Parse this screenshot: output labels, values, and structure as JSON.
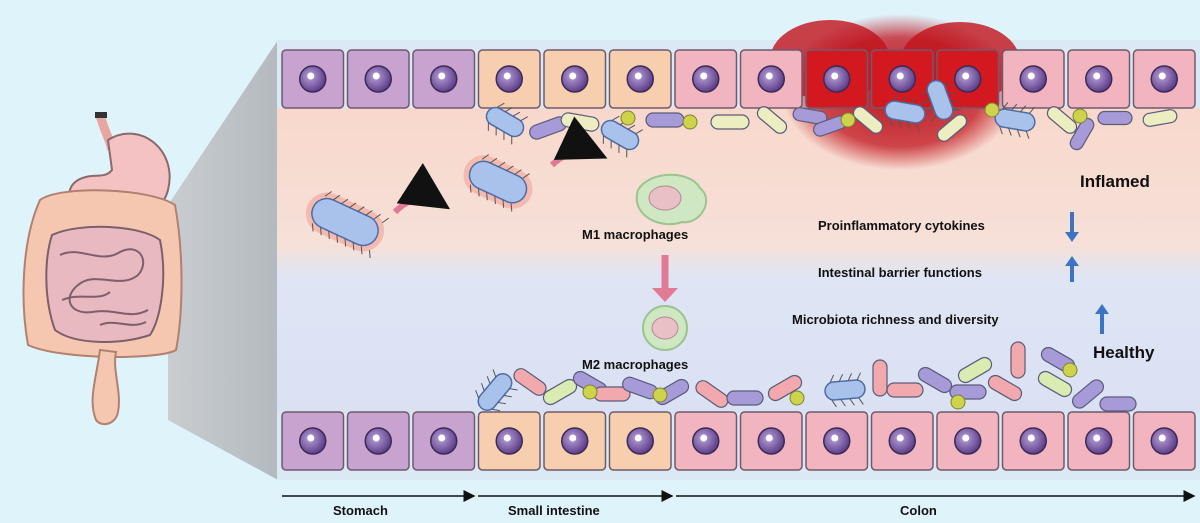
{
  "labels": {
    "inflamed": "Inflamed",
    "healthy": "Healthy",
    "m1": "M1 macrophages",
    "m2": "M2 macrophages"
  },
  "effects": [
    {
      "label": "Proinflammatory cytokines",
      "direction": "down"
    },
    {
      "label": "Intestinal barrier functions",
      "direction": "up"
    },
    {
      "label": "Microbiota richness and diversity",
      "direction": "up"
    }
  ],
  "regions": [
    {
      "label": "Stomach",
      "cells": 3,
      "color": "#c9a3cf"
    },
    {
      "label": "Small intestine",
      "cells": 3,
      "color": "#f8cfae"
    },
    {
      "label": "Colon",
      "cells": 8,
      "color": "#f2b5bf"
    }
  ],
  "colors": {
    "arrow_blue": "#3b74c4",
    "inflamed_red": "#d3181f",
    "bacteria_blue": "#a9c2ec",
    "nucleus": "#7c5aa2"
  }
}
